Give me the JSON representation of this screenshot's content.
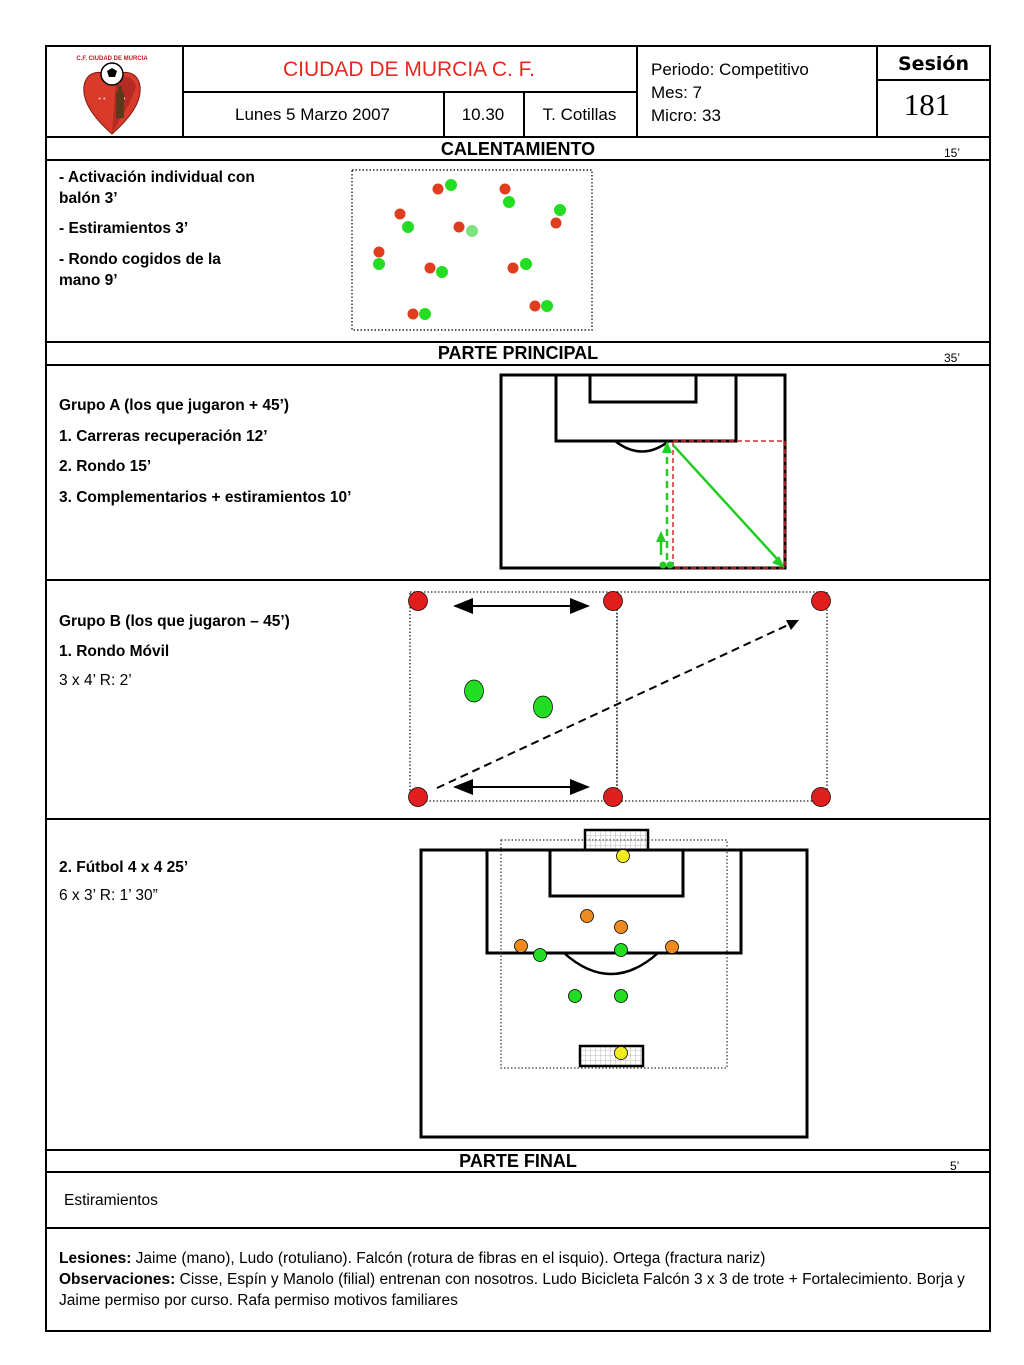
{
  "header": {
    "club": "CIUDAD DE MURCIA C. F.",
    "date": "Lunes  5 Marzo 2007",
    "time": "10.30",
    "coach": "T. Cotillas",
    "periodo": "Periodo: Competitivo",
    "mes": "Mes: 7",
    "micro": "Micro: 33",
    "session_label": "Sesión",
    "session_number": "181",
    "logo_text": "C.F. CIUDAD DE MURCIA"
  },
  "calentamiento": {
    "title": "CALENTAMIENTO",
    "duration": "15’",
    "items": [
      "- Activación individual con",
      "balón  3’",
      "- Estiramientos 3’",
      "- Rondo cogidos de  la",
      "mano  9’"
    ]
  },
  "principal": {
    "title": "PARTE PRINCIPAL",
    "duration": "35’",
    "grupo_a": {
      "title": "Grupo A (los que jugaron + 45’)",
      "items": [
        "1. Carreras recuperación 12’",
        "2. Rondo 15’",
        "3. Complementarios + estiramientos 10’"
      ]
    },
    "grupo_b": {
      "title": "Grupo B (los que jugaron – 45’)",
      "item": "1. Rondo Móvil",
      "detail": "3 x 4’  R: 2’"
    },
    "futbol": {
      "title": "2. Fútbol 4 x 4  25’",
      "detail": "6 x 3’   R: 1’ 30”"
    }
  },
  "final": {
    "title": "PARTE FINAL",
    "duration": "5’",
    "text": "Estiramientos"
  },
  "footer": {
    "lesiones_label": "Lesiones:",
    "lesiones_text": " Jaime (mano), Ludo (rotuliano). Falcón (rotura de fibras en el isquio). Ortega (fractura nariz)",
    "observaciones_label": "Observaciones:",
    "observaciones_text": "  Cisse, Espín  y Manolo (filial) entrenan con nosotros. Ludo Bicicleta Falcón 3 x 3 de trote + Fortalecimiento. Borja y Jaime permiso por curso. Rafa permiso  motivos familiares"
  },
  "colors": {
    "title_red": "#e8281e",
    "player_red": "#e03c1e",
    "player_green": "#22dd22",
    "player_orange": "#ef8a1e",
    "player_yellow": "#f2ee1e",
    "dashed_red": "#d92b2b"
  }
}
